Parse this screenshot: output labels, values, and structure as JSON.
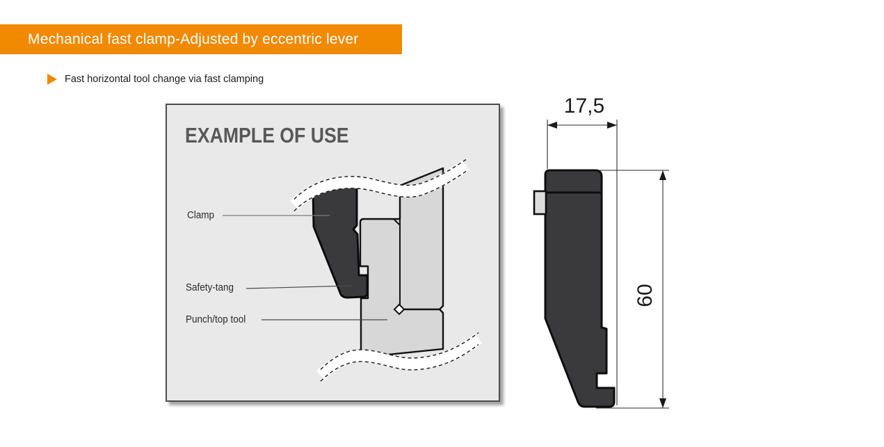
{
  "header": {
    "title": "Mechanical fast clamp-Adjusted by eccentric lever",
    "accent_color": "#f18a00",
    "text_color": "#ffffff"
  },
  "feature": {
    "bullet_icon": "triangle-right-icon",
    "text": "Fast horizontal tool change via fast clamping"
  },
  "example_panel": {
    "title": "EXAMPLE OF USE",
    "labels": {
      "clamp": "Clamp",
      "safety_tang": "Safety-tang",
      "punch": "Punch/top tool"
    }
  },
  "dimension_drawing": {
    "width": "17,5",
    "height": "60"
  },
  "colors": {
    "accent": "#f18a00",
    "panel_background": "#e9e9e9",
    "dark_part": "#3a3a3c",
    "light_part": "#d7d7d7",
    "outline": "#111111",
    "panel_title_text": "#58585a",
    "label_text": "#2b2b2b"
  }
}
